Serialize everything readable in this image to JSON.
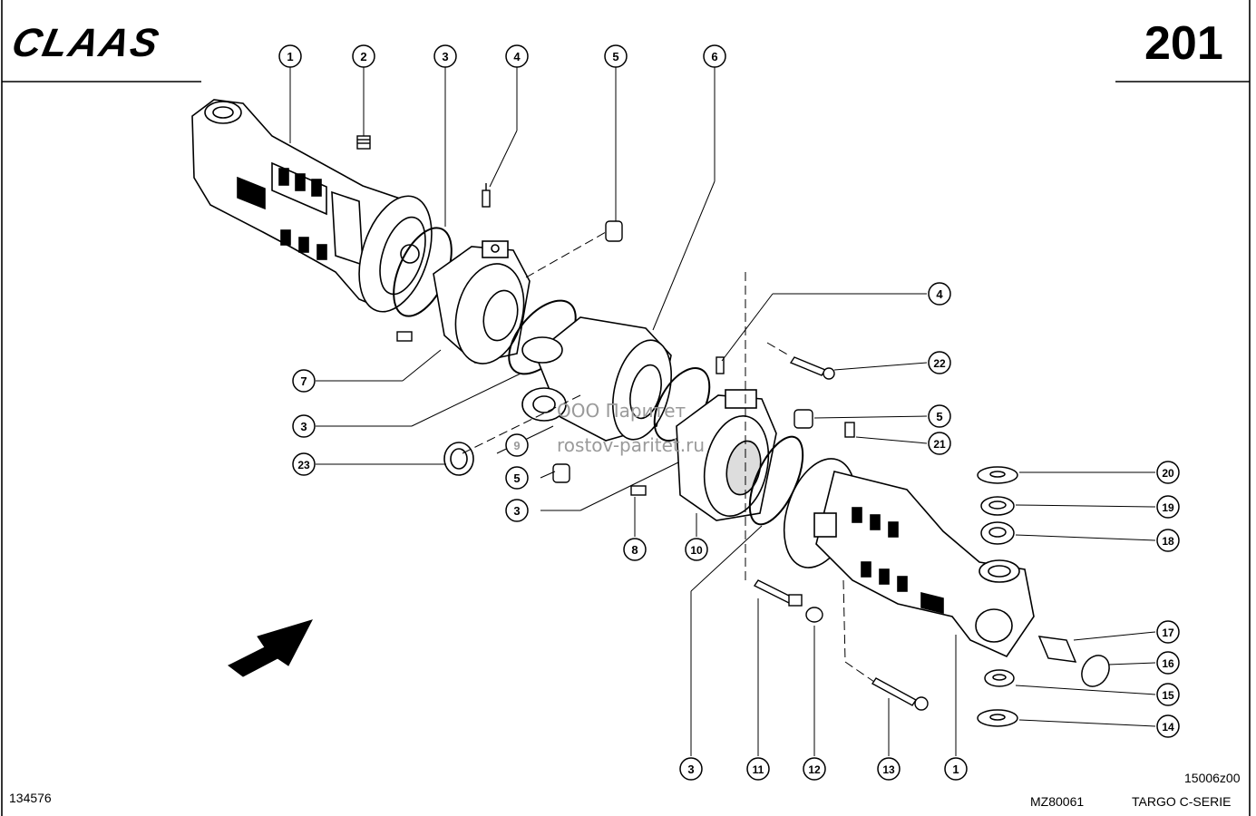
{
  "header": {
    "brand": "CLAAS",
    "page_number": "201"
  },
  "footer": {
    "doc_number": "134576",
    "code": "MZ80061",
    "series": "TARGO C-SERIE",
    "drawing_id": "15006z00"
  },
  "watermark": {
    "line1": "ООО Паритет",
    "line2": "rostov-paritet.ru"
  },
  "callouts": [
    {
      "label": "1"
    },
    {
      "label": "2"
    },
    {
      "label": "3"
    },
    {
      "label": "4"
    },
    {
      "label": "5"
    },
    {
      "label": "6"
    },
    {
      "label": "7"
    },
    {
      "label": "3"
    },
    {
      "label": "23"
    },
    {
      "label": "9"
    },
    {
      "label": "5"
    },
    {
      "label": "3"
    },
    {
      "label": "4"
    },
    {
      "label": "22"
    },
    {
      "label": "5"
    },
    {
      "label": "21"
    },
    {
      "label": "20"
    },
    {
      "label": "19"
    },
    {
      "label": "18"
    },
    {
      "label": "8"
    },
    {
      "label": "10"
    },
    {
      "label": "17"
    },
    {
      "label": "16"
    },
    {
      "label": "15"
    },
    {
      "label": "14"
    },
    {
      "label": "3"
    },
    {
      "label": "11"
    },
    {
      "label": "12"
    },
    {
      "label": "13"
    },
    {
      "label": "1"
    }
  ]
}
